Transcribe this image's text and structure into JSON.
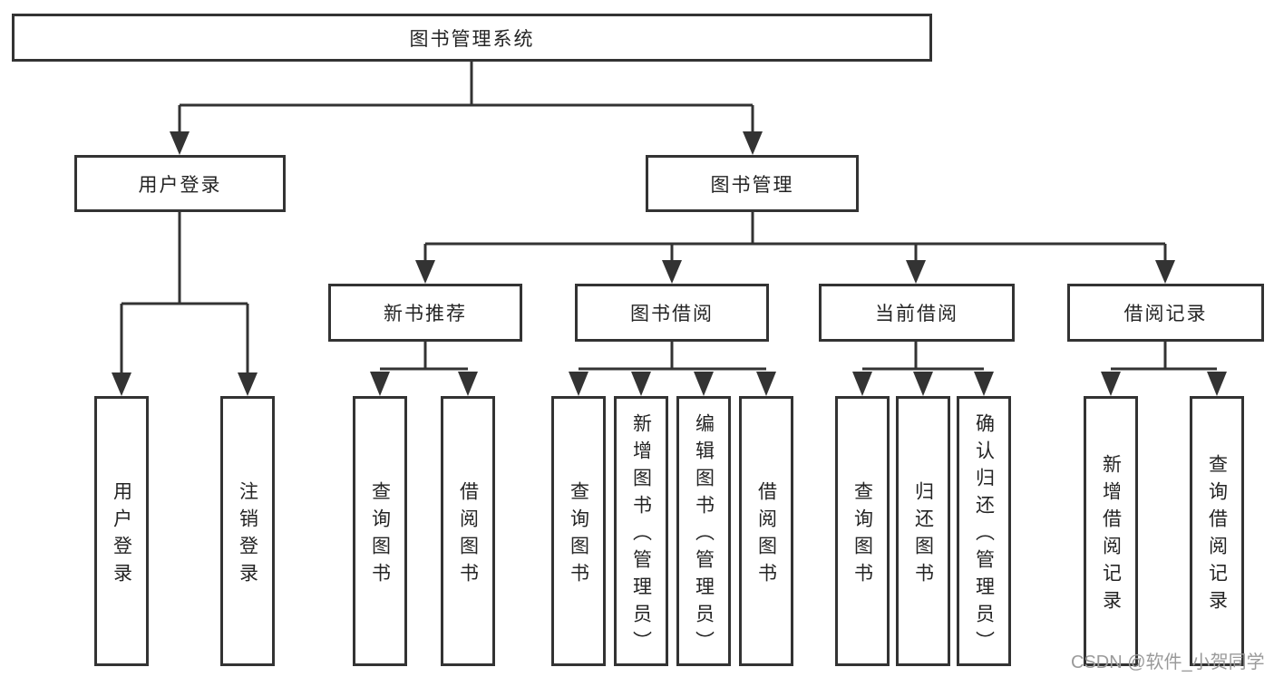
{
  "diagram": {
    "root": "图书管理系统",
    "level2": {
      "user_login": "用户登录",
      "book_mgmt": "图书管理"
    },
    "level3": {
      "new_book": "新书推荐",
      "book_borrow": "图书借阅",
      "current_borrow": "当前借阅",
      "borrow_record": "借阅记录"
    },
    "leaves": {
      "user_login": [
        "用户登录",
        "注销登录"
      ],
      "new_book": [
        "查询图书",
        "借阅图书"
      ],
      "book_borrow": [
        "查询图书",
        "新增图书（管理员）",
        "编辑图书（管理员）",
        "借阅图书"
      ],
      "current_borrow": [
        "查询图书",
        "归还图书",
        "确认归还（管理员）"
      ],
      "borrow_record": [
        "新增借阅记录",
        "查询借阅记录"
      ]
    }
  },
  "watermark": "CSDN @软件_小贺同学",
  "colors": {
    "line": "#333333",
    "box_border": "#333333",
    "text": "#242424",
    "watermark": "#9a9a9a",
    "background": "#ffffff"
  }
}
